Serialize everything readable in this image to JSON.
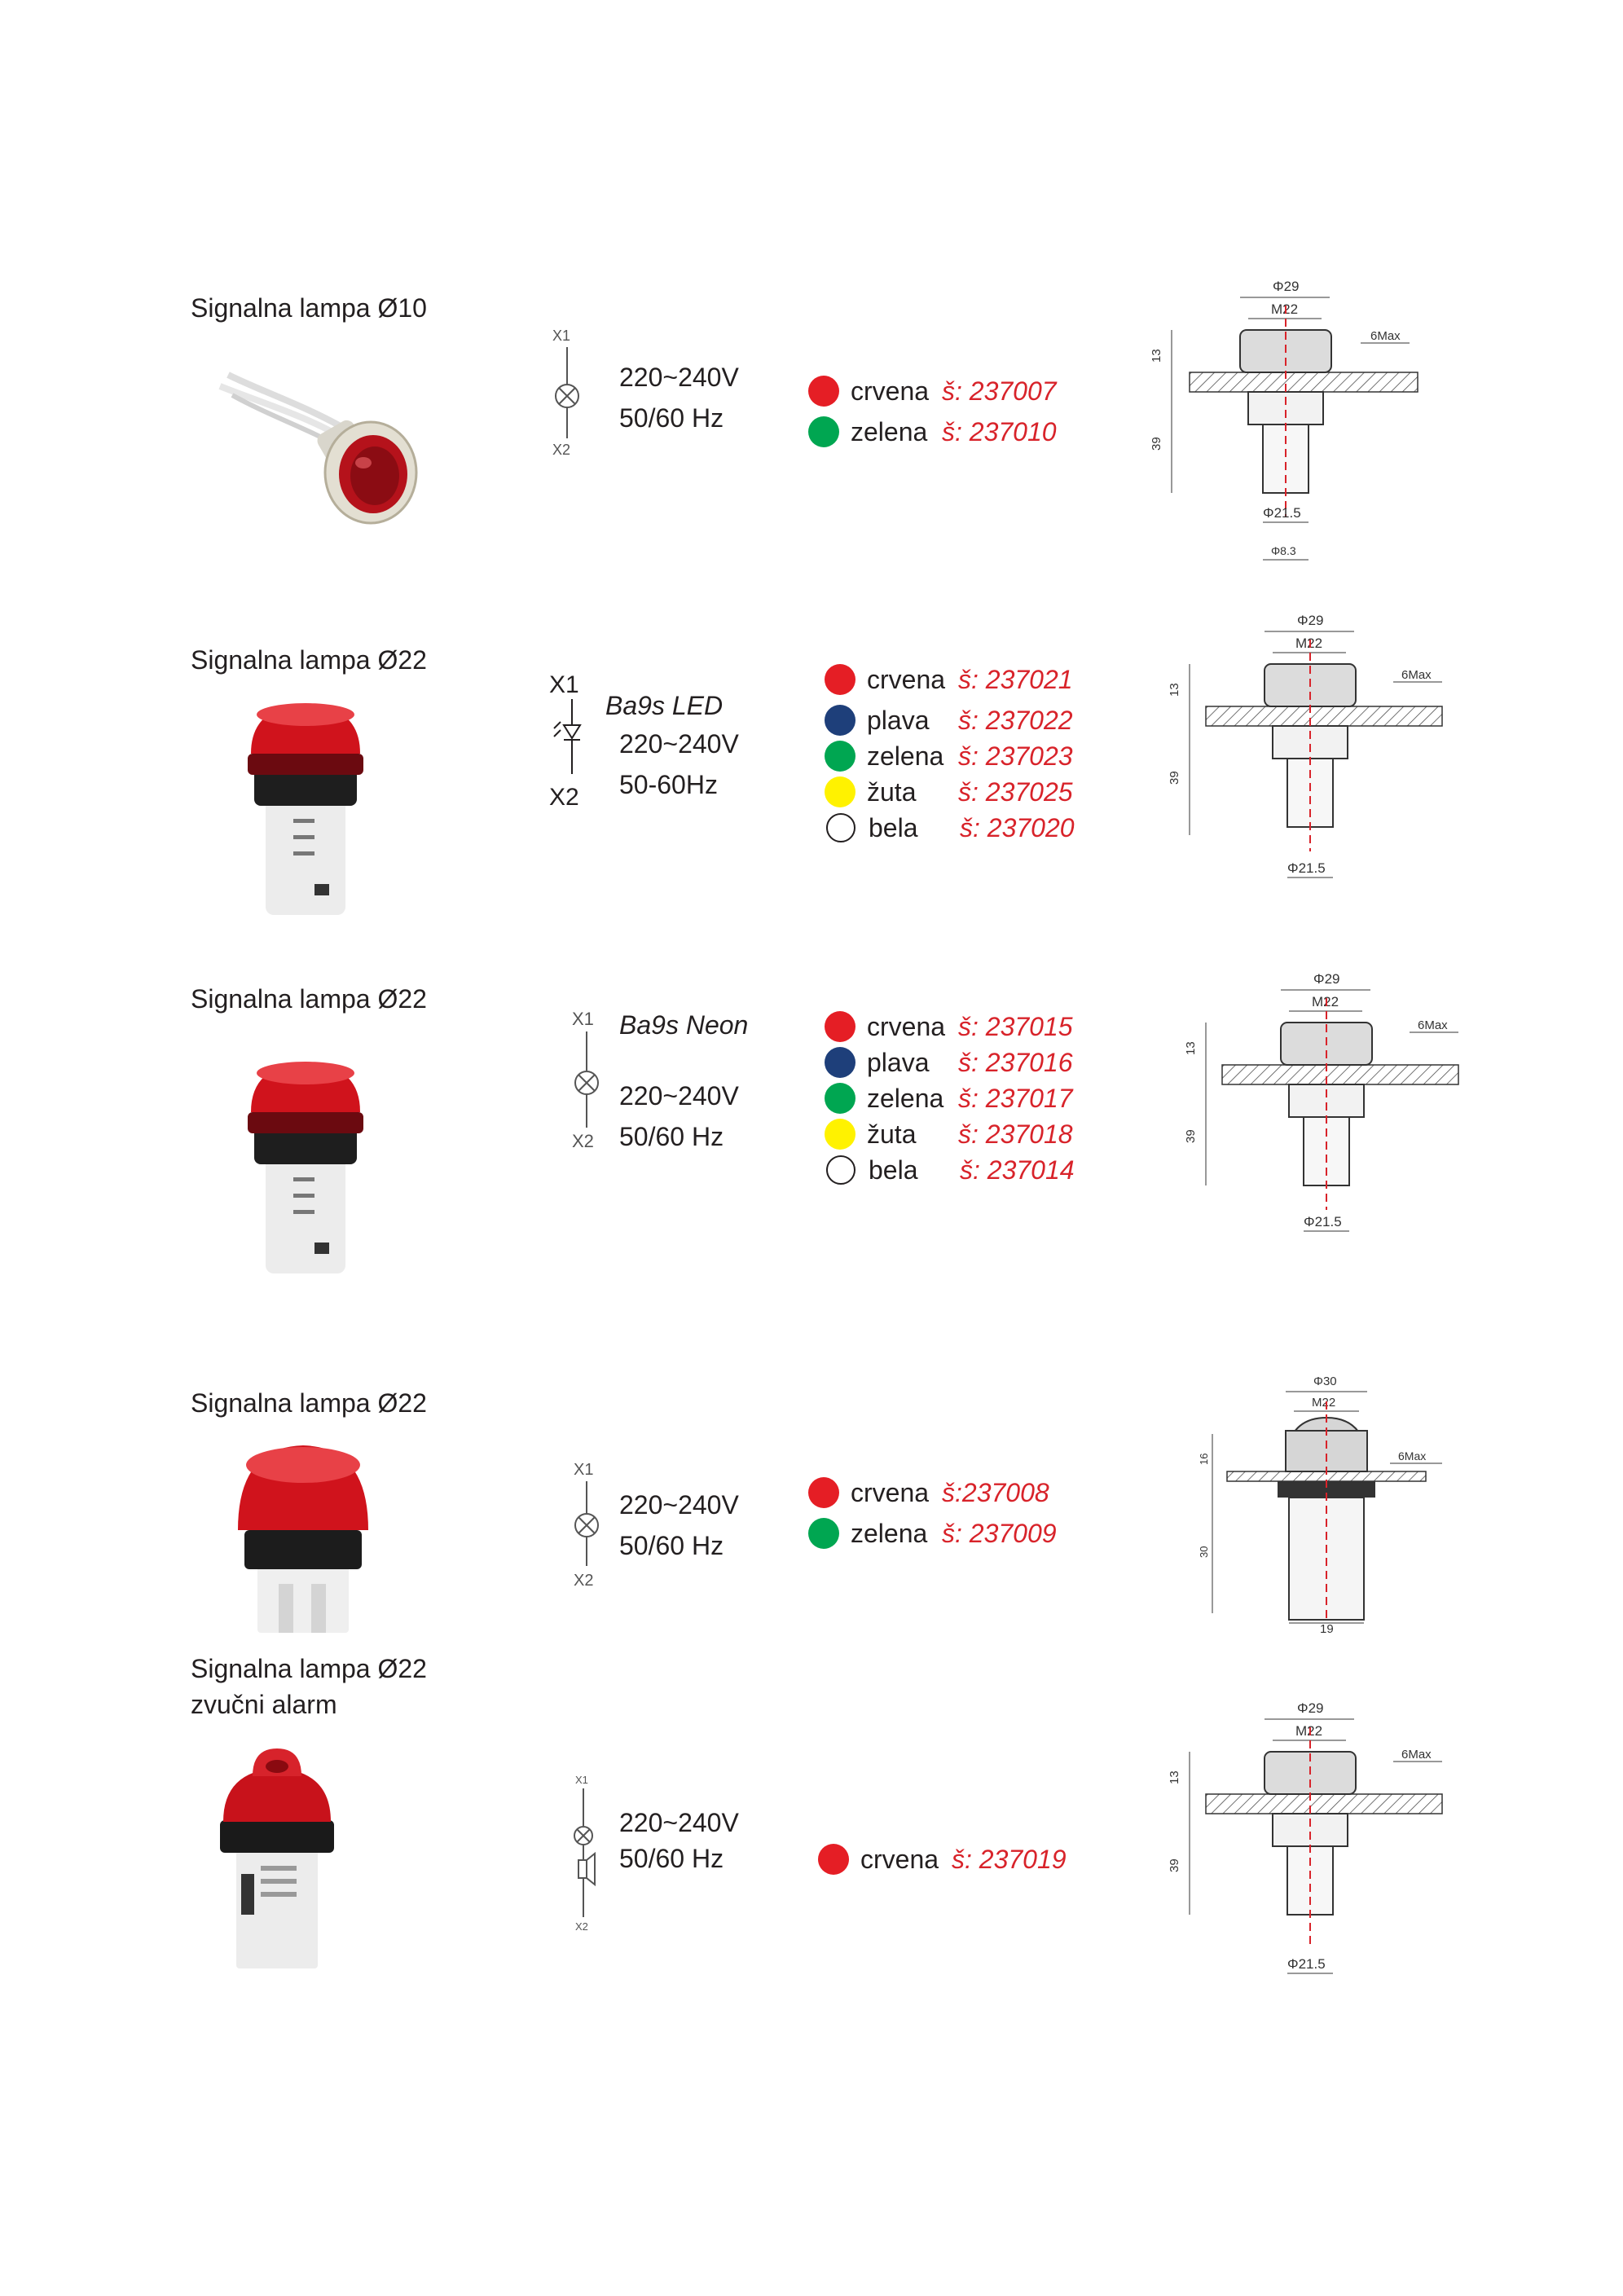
{
  "products": [
    {
      "title_lines": [
        "Signalna lampa Ø10"
      ],
      "variant": "",
      "specs": [
        "220~240V",
        "50/60 Hz"
      ],
      "schematic": {
        "top": "X1",
        "bottom": "X2",
        "symbol": "lamp"
      },
      "colors": [
        {
          "name": "crvena",
          "code": "š: 237007",
          "hex": "#e51e25"
        },
        {
          "name": "zelena",
          "code": "š: 237010",
          "hex": "#00a651"
        }
      ],
      "drawing": {
        "top_dia": "Φ29",
        "thread": "M22",
        "panel": "6Max",
        "head_h": "13",
        "body_h": "39",
        "base_dia": "Φ21.5",
        "extra": "Φ8.3"
      }
    },
    {
      "title_lines": [
        "Signalna lampa Ø22"
      ],
      "variant": "Ba9s LED",
      "specs": [
        "220~240V",
        "50-60Hz"
      ],
      "schematic": {
        "top": "X1",
        "bottom": "X2",
        "symbol": "led"
      },
      "colors": [
        {
          "name": "crvena",
          "code": "š: 237021",
          "hex": "#e51e25"
        },
        {
          "name": "plava",
          "code": "š: 237022",
          "hex": "#1e3f7a"
        },
        {
          "name": "zelena",
          "code": "š: 237023",
          "hex": "#00a651"
        },
        {
          "name": "žuta",
          "code": "š: 237025",
          "hex": "#fff200"
        },
        {
          "name": "bela",
          "code": "š: 237020",
          "hex": "#ffffff"
        }
      ],
      "drawing": {
        "top_dia": "Φ29",
        "thread": "M22",
        "panel": "6Max",
        "head_h": "13",
        "body_h": "39",
        "base_dia": "Φ21.5",
        "extra": ""
      }
    },
    {
      "title_lines": [
        "Signalna lampa Ø22"
      ],
      "variant": "Ba9s Neon",
      "specs": [
        "220~240V",
        "50/60 Hz"
      ],
      "schematic": {
        "top": "X1",
        "bottom": "X2",
        "symbol": "lamp"
      },
      "colors": [
        {
          "name": "crvena",
          "code": "š: 237015",
          "hex": "#e51e25"
        },
        {
          "name": "plava",
          "code": "š: 237016",
          "hex": "#1e3f7a"
        },
        {
          "name": "zelena",
          "code": "š: 237017",
          "hex": "#00a651"
        },
        {
          "name": "žuta",
          "code": "š: 237018",
          "hex": "#fff200"
        },
        {
          "name": "bela",
          "code": "š: 237014",
          "hex": "#ffffff"
        }
      ],
      "drawing": {
        "top_dia": "Φ29",
        "thread": "M22",
        "panel": "6Max",
        "head_h": "13",
        "body_h": "39",
        "base_dia": "Φ21.5",
        "extra": ""
      }
    },
    {
      "title_lines": [
        "Signalna lampa Ø22"
      ],
      "variant": "",
      "specs": [
        "220~240V",
        "50/60 Hz"
      ],
      "schematic": {
        "top": "X1",
        "bottom": "X2",
        "symbol": "lamp"
      },
      "colors": [
        {
          "name": "crvena",
          "code": "š:237008",
          "hex": "#e51e25"
        },
        {
          "name": "zelena",
          "code": "š: 237009",
          "hex": "#00a651"
        }
      ],
      "drawing": {
        "top_dia": "Φ30",
        "thread": "M22",
        "panel": "6Max",
        "head_h": "16",
        "body_h": "30",
        "base_dia": "19",
        "extra": ""
      }
    },
    {
      "title_lines": [
        "Signalna lampa Ø22",
        "zvučni alarm"
      ],
      "variant": "",
      "specs": [
        "220~240V",
        "50/60 Hz"
      ],
      "schematic": {
        "top": "X1",
        "bottom": "X2",
        "symbol": "buzzer"
      },
      "colors": [
        {
          "name": "crvena",
          "code": "š: 237019",
          "hex": "#e51e25"
        }
      ],
      "drawing": {
        "top_dia": "Φ29",
        "thread": "M22",
        "panel": "6Max",
        "head_h": "13",
        "body_h": "39",
        "base_dia": "Φ21.5",
        "extra": ""
      }
    }
  ]
}
